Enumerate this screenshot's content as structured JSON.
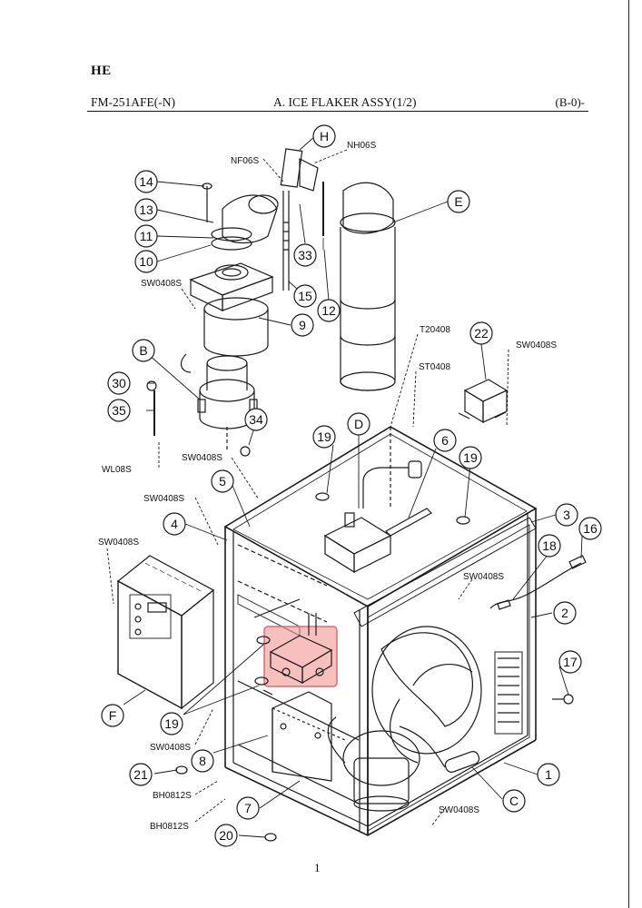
{
  "header": {
    "brand": "HE",
    "model": "FM-251AFE(-N)",
    "title": "A. ICE FLAKER ASSY(1/2)",
    "code": "(B-0)-"
  },
  "page_number": "1",
  "highlight_color": "#f28a8a",
  "callouts": [
    {
      "id": "14",
      "label": "14"
    },
    {
      "id": "13",
      "label": "13"
    },
    {
      "id": "11",
      "label": "11"
    },
    {
      "id": "10",
      "label": "10"
    },
    {
      "id": "H",
      "label": "H"
    },
    {
      "id": "E",
      "label": "E"
    },
    {
      "id": "33",
      "label": "33"
    },
    {
      "id": "15",
      "label": "15"
    },
    {
      "id": "12",
      "label": "12"
    },
    {
      "id": "9",
      "label": "9"
    },
    {
      "id": "B",
      "label": "B"
    },
    {
      "id": "30",
      "label": "30"
    },
    {
      "id": "35",
      "label": "35"
    },
    {
      "id": "34",
      "label": "34"
    },
    {
      "id": "22",
      "label": "22"
    },
    {
      "id": "19a",
      "label": "19"
    },
    {
      "id": "D",
      "label": "D"
    },
    {
      "id": "6",
      "label": "6"
    },
    {
      "id": "19b",
      "label": "19"
    },
    {
      "id": "5",
      "label": "5"
    },
    {
      "id": "4",
      "label": "4"
    },
    {
      "id": "3",
      "label": "3"
    },
    {
      "id": "16",
      "label": "16"
    },
    {
      "id": "18",
      "label": "18"
    },
    {
      "id": "2",
      "label": "2"
    },
    {
      "id": "17",
      "label": "17"
    },
    {
      "id": "F",
      "label": "F"
    },
    {
      "id": "19c",
      "label": "19"
    },
    {
      "id": "8",
      "label": "8"
    },
    {
      "id": "21",
      "label": "21"
    },
    {
      "id": "1",
      "label": "1"
    },
    {
      "id": "C",
      "label": "C"
    },
    {
      "id": "7",
      "label": "7"
    },
    {
      "id": "20",
      "label": "20"
    }
  ],
  "part_labels": [
    {
      "id": "nf06s",
      "text": "NF06S"
    },
    {
      "id": "nh06s",
      "text": "NH06S"
    },
    {
      "id": "sw1",
      "text": "SW0408S"
    },
    {
      "id": "t20408",
      "text": "T20408"
    },
    {
      "id": "st0408",
      "text": "ST0408"
    },
    {
      "id": "sw2",
      "text": "SW0408S"
    },
    {
      "id": "wl08s",
      "text": "WL08S"
    },
    {
      "id": "sw3",
      "text": "SW0408S"
    },
    {
      "id": "sw4",
      "text": "SW0408S"
    },
    {
      "id": "sw5",
      "text": "SW0408S"
    },
    {
      "id": "sw6",
      "text": "SW0408S"
    },
    {
      "id": "sw7",
      "text": "SW0408S"
    },
    {
      "id": "bh1",
      "text": "BH0812S"
    },
    {
      "id": "bh2",
      "text": "BH0812S"
    },
    {
      "id": "sw8",
      "text": "SW0408S"
    }
  ]
}
